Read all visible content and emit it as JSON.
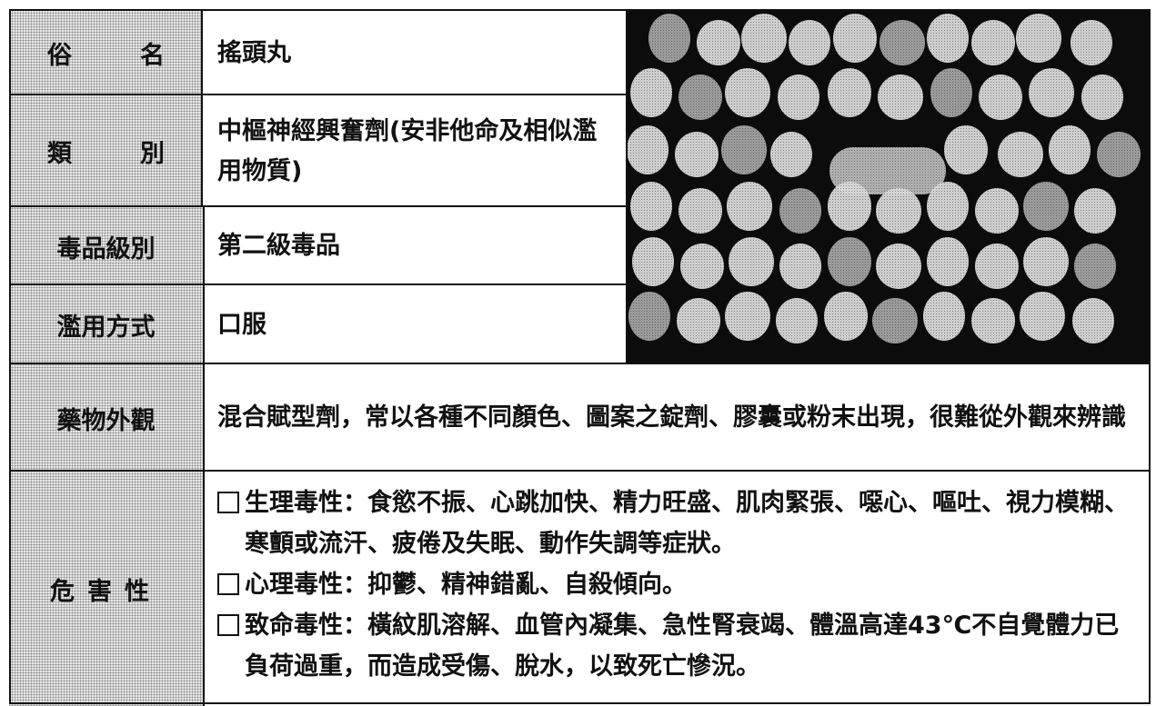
{
  "rows": {
    "common_name": {
      "label_a": "俗",
      "label_b": "名",
      "value": "搖頭丸"
    },
    "category": {
      "label_a": "類",
      "label_b": "別",
      "value": "中樞神經興奮劑(安非他命及相似濫用物質)"
    },
    "drug_class": {
      "label": "毒品級別",
      "value": "第二級毒品"
    },
    "abuse_method": {
      "label": "濫用方式",
      "value": "口服"
    },
    "appearance": {
      "label": "藥物外觀",
      "value": "混合賦型劑，常以各種不同顏色、圖案之錠劑、膠囊或粉末出現，很難從外觀來辨識"
    },
    "hazard": {
      "label": "危害性",
      "items": [
        {
          "text": "生理毒性：食慾不振、心跳加快、精力旺盛、肌肉緊張、噁心、嘔吐、視力模糊、寒顫或流汗、疲倦及失眠、動作失調等症狀。"
        },
        {
          "text": "心理毒性：抑鬱、精神錯亂、自殺傾向。"
        },
        {
          "text": "致命毒性：橫紋肌溶解、血管內凝集、急性腎衰竭、體溫高達43℃不自覺體力已負荷過重，而造成受傷、脫水，以致死亡慘況。"
        }
      ]
    }
  },
  "photo": {
    "icon": "ecstasy-pills-photo",
    "background": "#0c0c0c",
    "pill_color": "#d6d6d6"
  }
}
